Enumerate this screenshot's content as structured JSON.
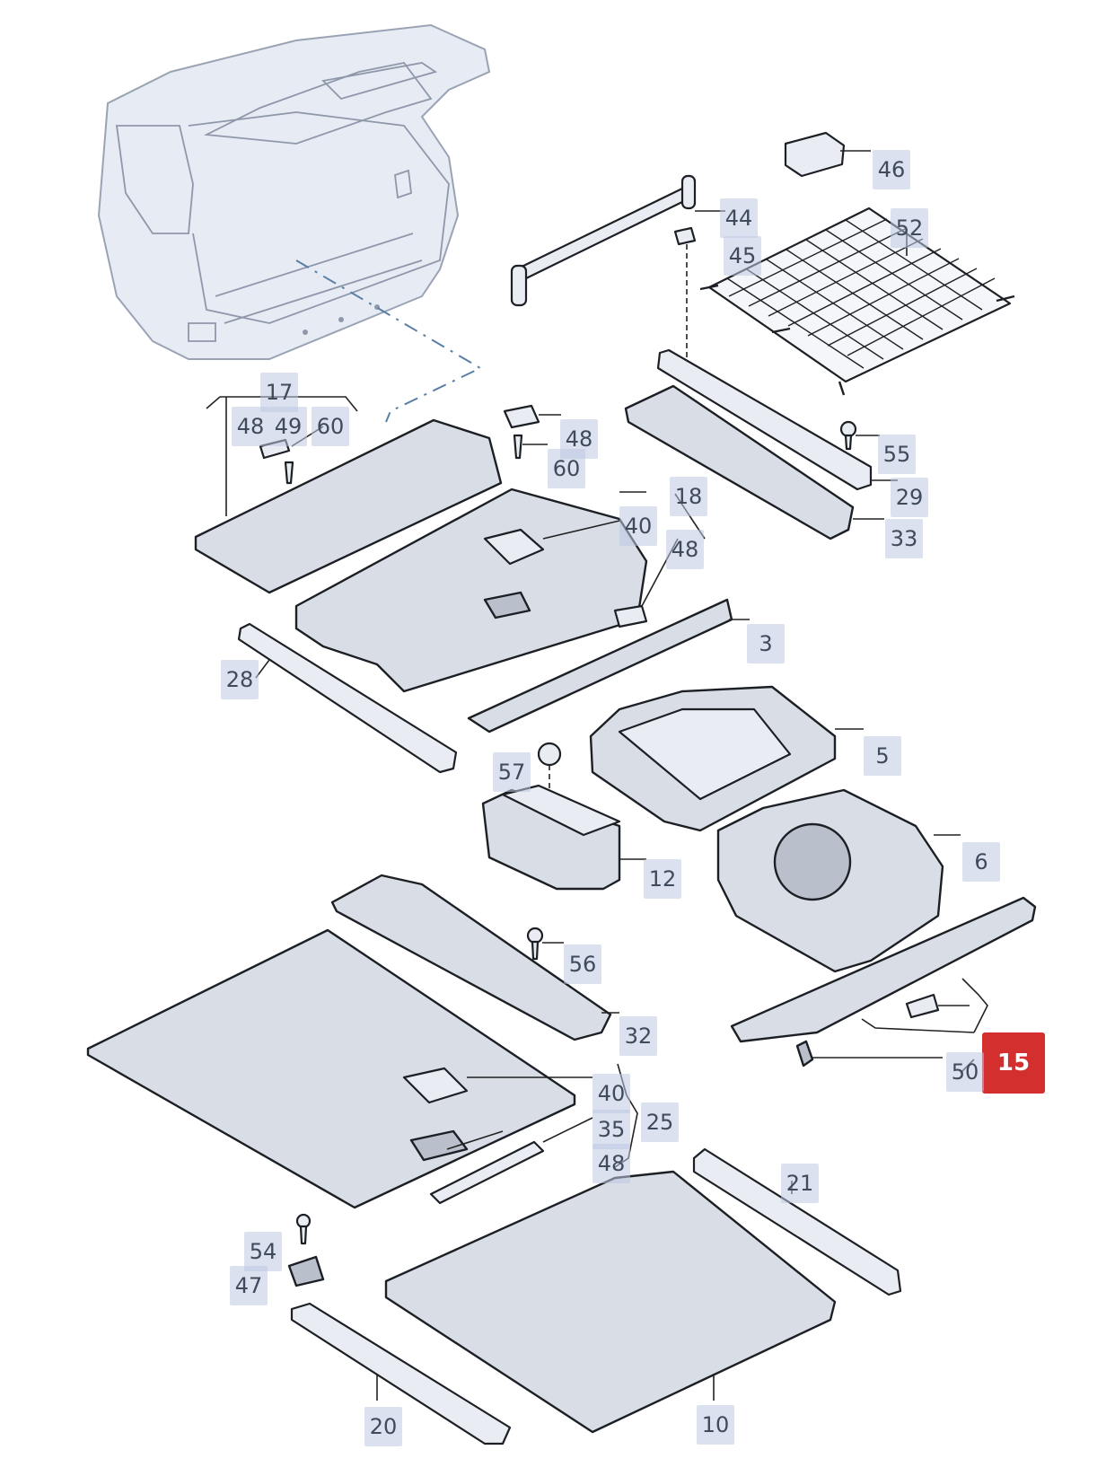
{
  "diagram": {
    "active_callout": "15",
    "callouts": [
      "46",
      "44",
      "45",
      "52",
      "17",
      "48",
      "49",
      "60",
      "48",
      "60",
      "55",
      "29",
      "18",
      "40",
      "48",
      "33",
      "3",
      "28",
      "5",
      "57",
      "6",
      "12",
      "56",
      "32",
      "15",
      "50",
      "40",
      "35",
      "25",
      "48",
      "21",
      "54",
      "47",
      "20",
      "10"
    ]
  },
  "icons": {
    "vehicle": "vehicle-rear-cutaway-icon"
  },
  "colors": {
    "callout_bg": "#bec8e1",
    "callout_active": "#d32f2f",
    "part_fill": "#d8dde6",
    "outline": "#1c1f24"
  }
}
